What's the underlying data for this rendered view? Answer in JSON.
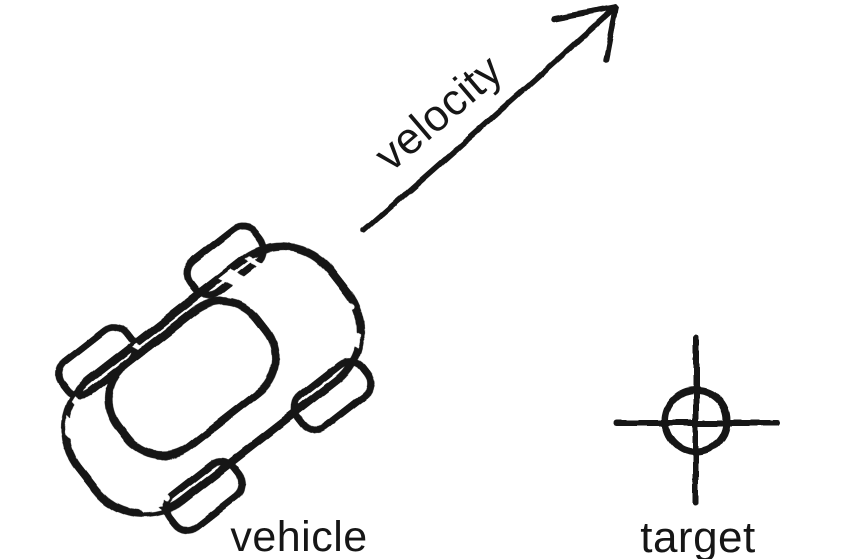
{
  "diagram": {
    "background": "#ffffff",
    "ink": "#161616",
    "labels": {
      "velocity": "velocity",
      "vehicle": "vehicle",
      "target": "target"
    },
    "vehicle": {
      "body_color": "#9e9e9e",
      "wheel_color": "#787878",
      "cabin_color": "#ffffff",
      "highlight_color": "#ffffff",
      "heading_deg": -38
    },
    "target": {
      "symbol": "crosshair"
    }
  }
}
